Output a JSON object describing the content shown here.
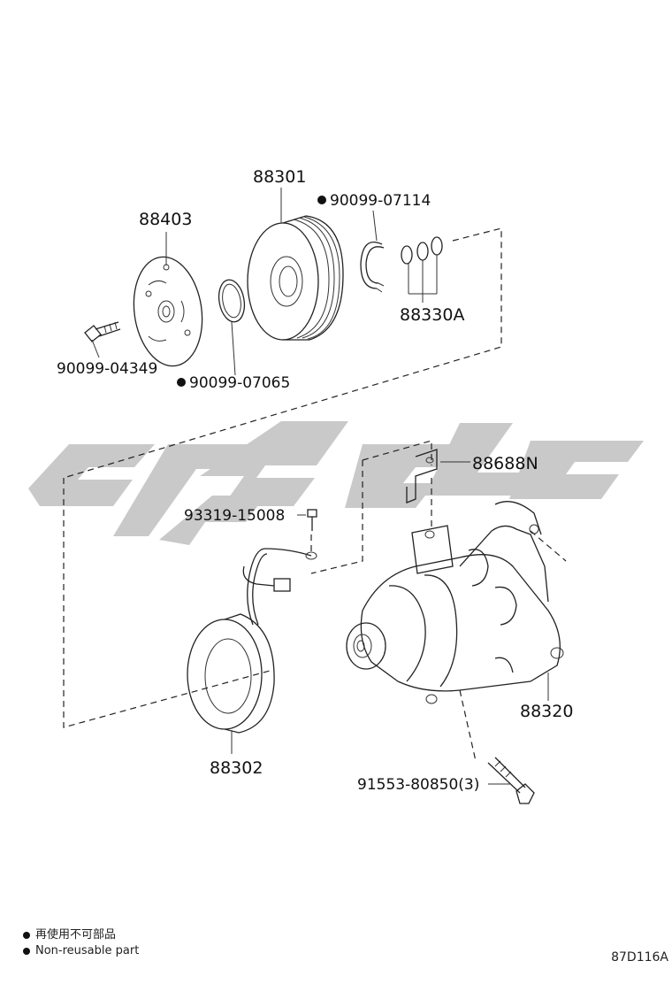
{
  "parts": {
    "p88301": "88301",
    "p90099_07114": "90099-07114",
    "p88403": "88403",
    "p88330A": "88330A",
    "p90099_04349": "90099-04349",
    "p90099_07065": "90099-07065",
    "p88688N": "88688N",
    "p93319_15008": "93319-15008",
    "p88320": "88320",
    "p88302": "88302",
    "p91553_80850": "91553-80850(3)"
  },
  "legend": {
    "line1": "再使用不可部品",
    "line2": "Non-reusable part"
  },
  "figure_code": "87D116A",
  "colors": {
    "ink": "#222222",
    "watermark": "#c8c8c8"
  }
}
